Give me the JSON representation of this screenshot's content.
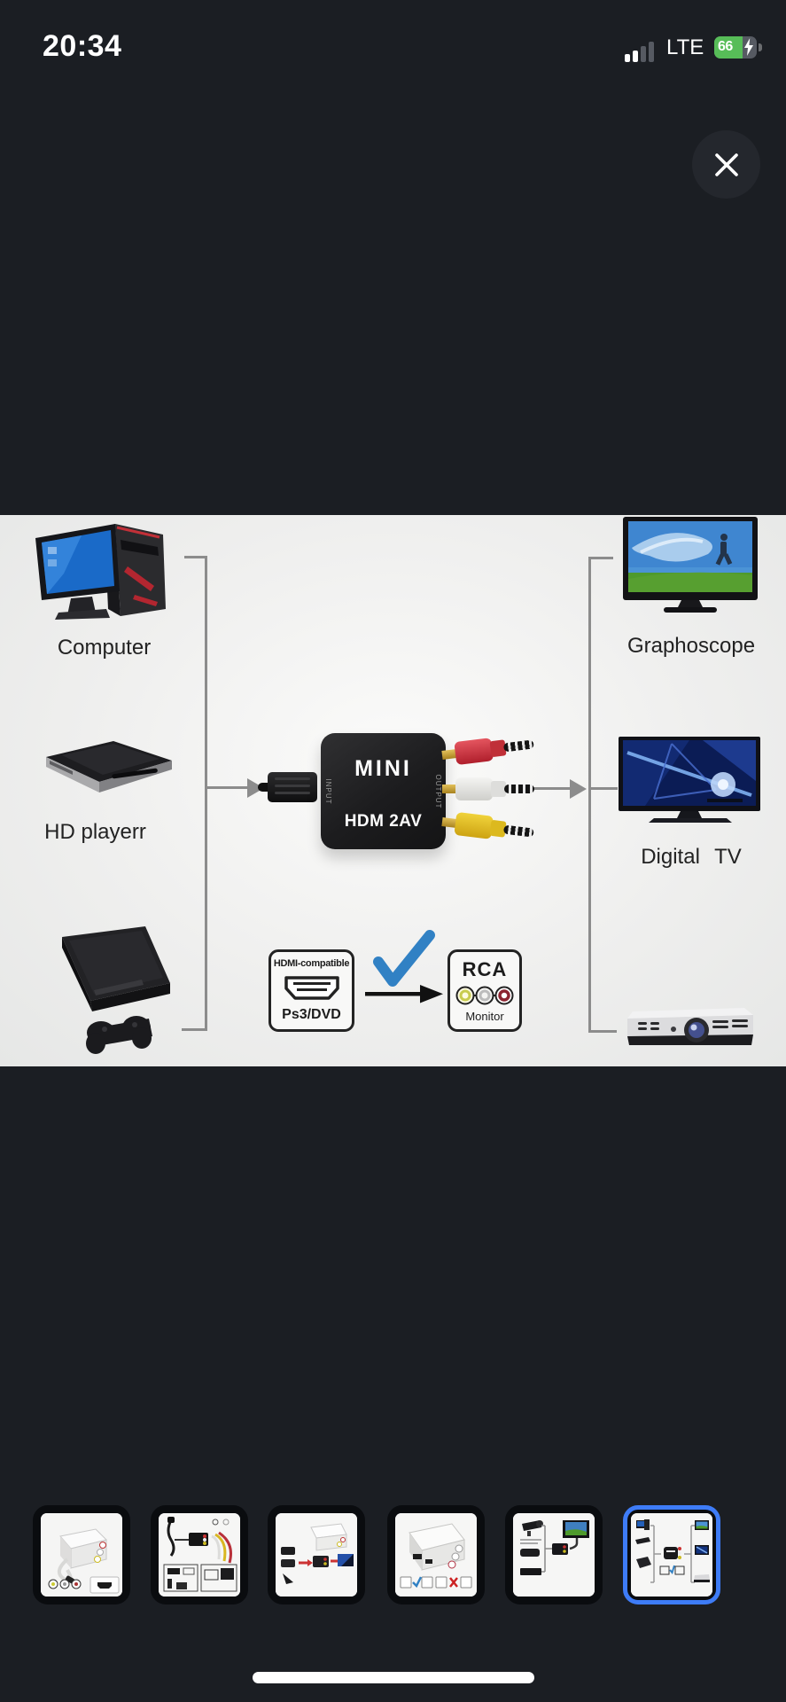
{
  "status_bar": {
    "time": "20:34",
    "network": "LTE",
    "battery_percent": "66",
    "battery_charging": true,
    "signal_bars_filled": 2,
    "signal_bars_total": 4
  },
  "viewer": {
    "close_icon": "✕"
  },
  "diagram": {
    "source_labels": {
      "computer": "Computer",
      "hd_player": "HD playerr"
    },
    "output_labels": {
      "graphoscope": "Graphoscope",
      "digital_tv": "Digital TV"
    },
    "converter": {
      "brand": "MINI",
      "model": "HDM 2AV",
      "input_label": "INPUT",
      "output_label": "OUTPUT"
    },
    "hdmi_box": {
      "title": "HDMI-compatible",
      "subtitle": "Ps3/DVD"
    },
    "rca_box": {
      "title": "RCA",
      "subtitle": "Monitor"
    },
    "devices": [
      "computer",
      "hd-player",
      "ps3-console",
      "graphoscope-tv",
      "digital-tv",
      "projector"
    ],
    "colors": {
      "line_gray": "#8c8c8c",
      "check_blue": "#3181c4",
      "rca_red": "#c42b36",
      "rca_white": "#e9e9e6",
      "rca_yellow": "#ddb71c"
    }
  },
  "thumbnails": [
    {
      "index": 1,
      "name": "white-converter-product-with-cable",
      "selected": false
    },
    {
      "index": 2,
      "name": "cable-connection-diagram",
      "selected": false
    },
    {
      "index": 3,
      "name": "white-converter-devices-to-tv",
      "selected": false
    },
    {
      "index": 4,
      "name": "white-converter-compatibility-icons",
      "selected": false
    },
    {
      "index": 5,
      "name": "camera-converter-tv-diagram",
      "selected": false
    },
    {
      "index": 6,
      "name": "black-converter-full-diagram",
      "selected": true
    }
  ],
  "ui_colors": {
    "background": "#1b1e23",
    "selected_thumb_border": "#3e7cf7",
    "battery_green": "#57bd58"
  }
}
